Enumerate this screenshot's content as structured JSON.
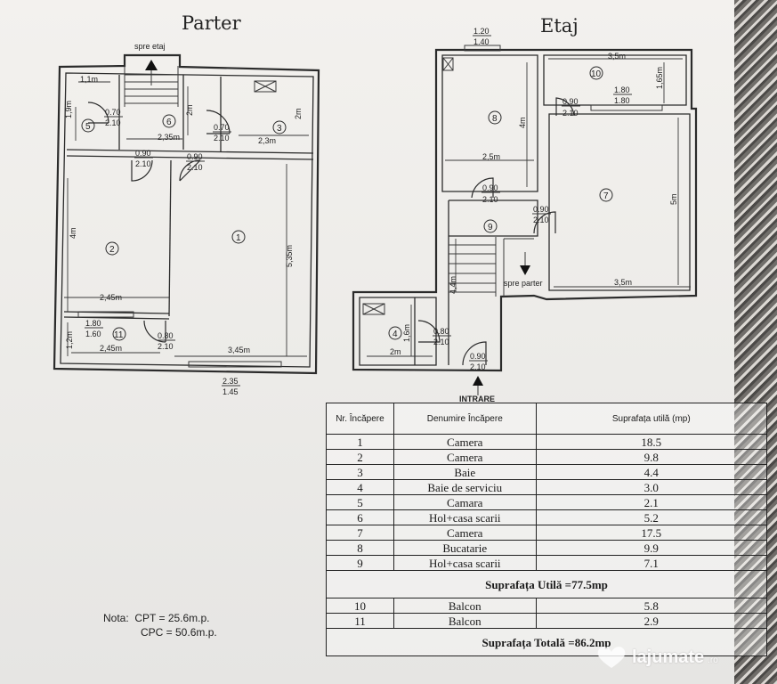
{
  "titles": {
    "parter": "Parter",
    "etaj": "Etaj"
  },
  "labels": {
    "spre_etaj": "spre etaj",
    "spre_parter": "spre parter",
    "intrare": "INTRARE"
  },
  "parter": {
    "rooms": [
      "1",
      "2",
      "3",
      "5",
      "6",
      "11"
    ],
    "dims": {
      "d_1_1m": "1,1m",
      "d_1_9m": "1,9m",
      "d_2m_a": "2m",
      "d_2m_b": "2m",
      "d_2_35m": "2,35m",
      "d_2_3m": "2,3m",
      "d_4m": "4m",
      "d_5_35m": "5,35m",
      "d_2_45m_a": "2,45m",
      "d_1_2m": "1,2m",
      "d_2_45m_b": "2,45m",
      "d_3_45m": "3,45m"
    },
    "fracs": {
      "f_070_210_a": [
        "0.70",
        "2.10"
      ],
      "f_070_210_b": [
        "0.70",
        "2.10"
      ],
      "f_090_210_a": [
        "0.90",
        "2.10"
      ],
      "f_090_210_b": [
        "0.90",
        "2.10"
      ],
      "f_180_160": [
        "1.80",
        "1.60"
      ],
      "f_080_210": [
        "0.80",
        "2.10"
      ],
      "f_235_145": [
        "2.35",
        "1.45"
      ]
    }
  },
  "etaj": {
    "rooms": [
      "4",
      "7",
      "8",
      "9",
      "10"
    ],
    "dims": {
      "d_3_5m_a": "3,5m",
      "d_1_65m": "1,65m",
      "d_4m": "4m",
      "d_2_5m": "2,5m",
      "d_5m": "5m",
      "d_4_4m": "4,4m",
      "d_3_5m_b": "3,5m",
      "d_1_6m": "1,6m",
      "d_2m": "2m"
    },
    "fracs": {
      "f_120_140": [
        "1.20",
        "1.40"
      ],
      "f_090_210_a": [
        "0.90",
        "2.10"
      ],
      "f_180_180": [
        "1.80",
        "1.80"
      ],
      "f_090_210_b": [
        "0.90",
        "2.10"
      ],
      "f_090_210_c": [
        "0.90",
        "2.10"
      ],
      "f_080_210": [
        "0.80",
        "2.10"
      ],
      "f_090_210_d": [
        "0.90",
        "2.10"
      ]
    }
  },
  "table": {
    "headers": [
      "Nr. Încăpere",
      "Denumire Încăpere",
      "Suprafața utilă (mp)"
    ],
    "rows": [
      [
        "1",
        "Camera",
        "18.5"
      ],
      [
        "2",
        "Camera",
        "9.8"
      ],
      [
        "3",
        "Baie",
        "4.4"
      ],
      [
        "4",
        "Baie de serviciu",
        "3.0"
      ],
      [
        "5",
        "Camara",
        "2.1"
      ],
      [
        "6",
        "Hol+casa scarii",
        "5.2"
      ],
      [
        "7",
        "Camera",
        "17.5"
      ],
      [
        "8",
        "Bucatarie",
        "9.9"
      ],
      [
        "9",
        "Hol+casa scarii",
        "7.1"
      ]
    ],
    "sum_utila": "Suprafața Utilă =77.5mp",
    "balcony_rows": [
      [
        "10",
        "Balcon",
        "5.8"
      ],
      [
        "11",
        "Balcon",
        "2.9"
      ]
    ],
    "sum_totala": "Suprafața Totală =86.2mp"
  },
  "note": {
    "label": "Nota:",
    "cpt": "CPT = 25.6m.p.",
    "cpc": "CPC = 50.6m.p."
  },
  "watermark": {
    "brand": "lajumate",
    "tld": ".ro"
  }
}
